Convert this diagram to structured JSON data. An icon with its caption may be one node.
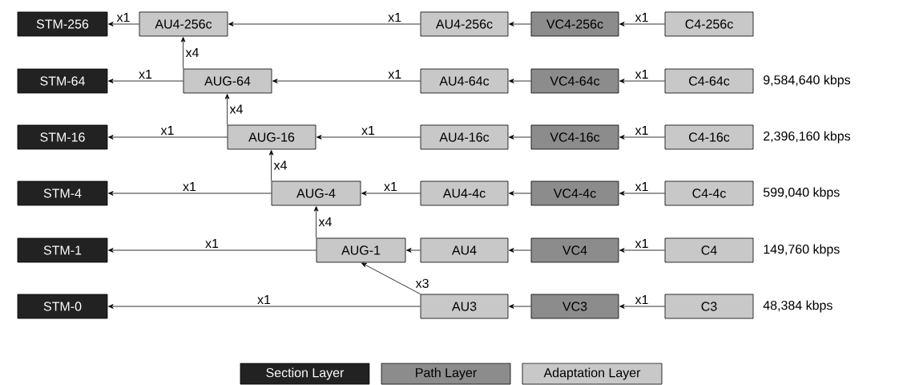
{
  "diagram": {
    "nodes": [
      {
        "text": [
          "STM-256"
        ]
      },
      {
        "text": [
          "AU4-256c"
        ]
      },
      {
        "text": [
          "AU4-256c"
        ]
      },
      {
        "text": [
          "VC4-256c"
        ]
      },
      {
        "text": [
          "C4-256c"
        ]
      },
      {
        "text": [
          "STM-64"
        ]
      },
      {
        "text": [
          "AUG-64"
        ]
      },
      {
        "text": [
          "AU4-64c"
        ]
      },
      {
        "text": [
          "VC4-64c"
        ]
      },
      {
        "text": [
          "C4-64c"
        ],
        "beside": [
          "9,584,640 kbps"
        ]
      },
      {
        "text": [
          "STM-16"
        ]
      },
      {
        "text": [
          "AUG-16"
        ]
      },
      {
        "text": [
          "AU4-16c"
        ]
      },
      {
        "text": [
          "VC4-16c"
        ]
      },
      {
        "text": [
          "C4-16c"
        ],
        "beside": [
          "2,396,160 kbps"
        ]
      },
      {
        "text": [
          "STM-4"
        ]
      },
      {
        "text": [
          "AUG-4"
        ]
      },
      {
        "text": [
          "AU4-4c"
        ]
      },
      {
        "text": [
          "VC4-4c"
        ]
      },
      {
        "text": [
          "C4-4c"
        ],
        "beside": [
          "599,040 kbps"
        ]
      },
      {
        "text": [
          "STM-1"
        ]
      },
      {
        "text": [
          "AUG-1"
        ]
      },
      {
        "text": [
          "AU4"
        ]
      },
      {
        "text": [
          "VC4"
        ]
      },
      {
        "text": [
          "C4"
        ],
        "beside": [
          "149,760 kbps"
        ]
      },
      {
        "text": [
          "STM-0"
        ]
      },
      {
        "text": [
          "AU3"
        ]
      },
      {
        "text": [
          "VC3"
        ]
      },
      {
        "text": [
          "C3"
        ],
        "beside": [
          "48,384 kbps"
        ]
      }
    ],
    "edges": [
      {
        "from": 1,
        "to": 0,
        "arrow": "to",
        "label": "x1"
      },
      {
        "from": 2,
        "to": 1,
        "arrow": "to",
        "label": "x1"
      },
      {
        "from": 3,
        "to": 2,
        "arrow": "to"
      },
      {
        "from": 4,
        "to": 3,
        "arrow": "to",
        "label": "x1"
      },
      {
        "from": 6,
        "to": 1,
        "arrow": "to",
        "label": "x4"
      },
      {
        "from": 6,
        "to": 5,
        "arrow": "to",
        "label": "x1"
      },
      {
        "from": 7,
        "to": 6,
        "arrow": "to",
        "label": "x1"
      },
      {
        "from": 8,
        "to": 7,
        "arrow": "to"
      },
      {
        "from": 9,
        "to": 8,
        "arrow": "to",
        "label": "x1"
      },
      {
        "from": 11,
        "to": 6,
        "arrow": "to",
        "label": "x4"
      },
      {
        "from": 11,
        "to": 10,
        "arrow": "to",
        "label": "x1"
      },
      {
        "from": 12,
        "to": 11,
        "arrow": "to",
        "label": "x1"
      },
      {
        "from": 13,
        "to": 12,
        "arrow": "to"
      },
      {
        "from": 14,
        "to": 13,
        "arrow": "to",
        "label": "x1"
      },
      {
        "from": 16,
        "to": 11,
        "arrow": "to",
        "label": "x4"
      },
      {
        "from": 16,
        "to": 15,
        "arrow": "to",
        "label": "x1"
      },
      {
        "from": 17,
        "to": 16,
        "arrow": "to",
        "label": "x1"
      },
      {
        "from": 18,
        "to": 17,
        "arrow": "to"
      },
      {
        "from": 19,
        "to": 18,
        "arrow": "to",
        "label": "x1"
      },
      {
        "from": 21,
        "to": 16,
        "arrow": "to",
        "label": "x4"
      },
      {
        "from": 21,
        "to": 20,
        "arrow": "to",
        "label": "x1"
      },
      {
        "from": 22,
        "to": 21,
        "arrow": "to"
      },
      {
        "from": 23,
        "to": 22,
        "arrow": "to"
      },
      {
        "from": 24,
        "to": 23,
        "arrow": "to",
        "label": "x1"
      },
      {
        "from": 26,
        "to": 21,
        "arrow": "to",
        "label": "x3"
      },
      {
        "from": 26,
        "to": 25,
        "arrow": "to",
        "label": "x1"
      },
      {
        "from": 27,
        "to": 26,
        "arrow": "to"
      },
      {
        "from": 28,
        "to": 27,
        "arrow": "to",
        "label": "x1"
      }
    ],
    "legend": [
      {
        "text": "Section Layer",
        "color": "#222222"
      },
      {
        "text": "Path Layer",
        "color": "#8c8c8c"
      },
      {
        "text": "Adaptation Layer",
        "color": "#c8c8c8"
      }
    ]
  }
}
